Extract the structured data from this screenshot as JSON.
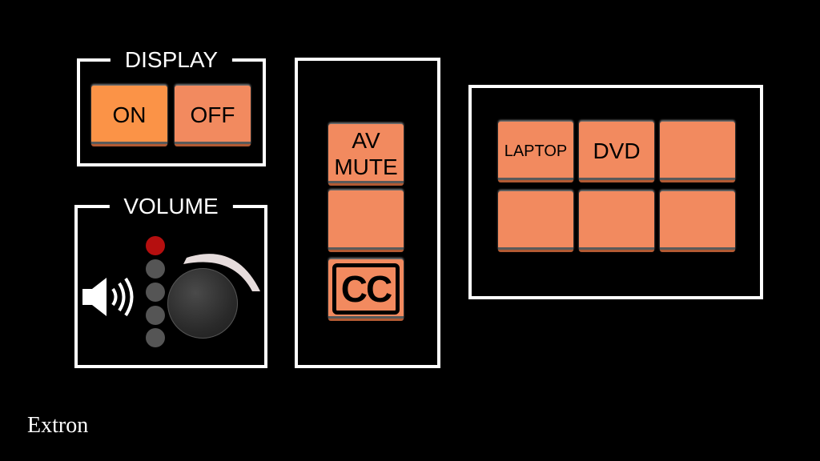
{
  "display": {
    "title": "DISPLAY",
    "on_label": "ON",
    "off_label": "OFF"
  },
  "volume": {
    "title": "VOLUME",
    "leds_lit": 1,
    "leds_total": 5
  },
  "middle": {
    "av_mute_line1": "AV",
    "av_mute_line2": "MUTE",
    "cc_label": "CC"
  },
  "sources": {
    "buttons": [
      "LAPTOP",
      "DVD",
      "",
      "",
      "",
      ""
    ]
  },
  "brand": "Extron",
  "colors": {
    "button": "#f28a5f",
    "button_active": "#fb9347",
    "led_on": "#b50f0f",
    "led_off": "#555555",
    "frame": "#ffffff",
    "background": "#000000"
  }
}
